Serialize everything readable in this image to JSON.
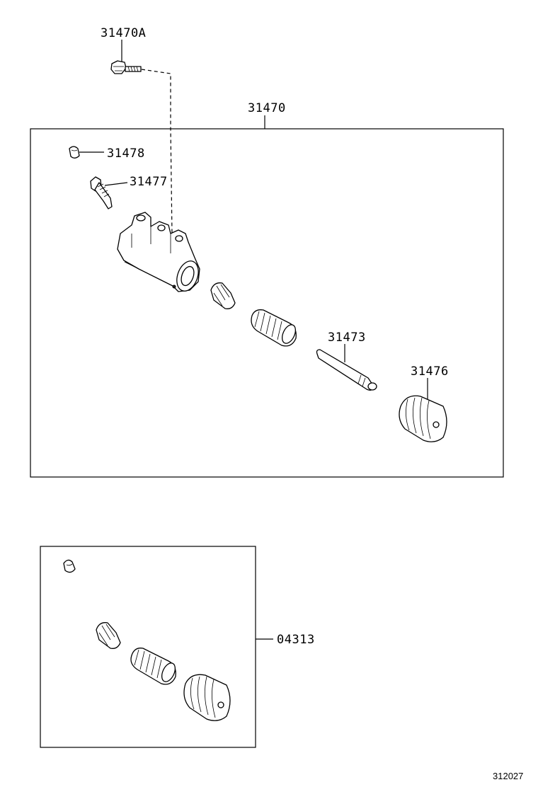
{
  "parts": {
    "bolt": "31470A",
    "cylinder_assy": "31470",
    "bleeder_cap": "31478",
    "bleeder_plug": "31477",
    "push_rod": "31473",
    "boot": "31476",
    "repair_kit": "04313"
  },
  "figure_number": "312027"
}
